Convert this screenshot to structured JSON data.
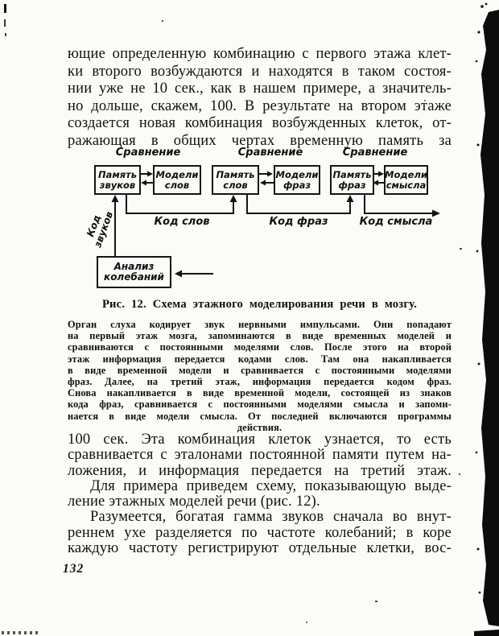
{
  "page_number": "132",
  "body_top": {
    "lines": [
      "ющие определенную комбинацию с первого этажа клет-",
      "ки второго возбуждаются и находятся в таком состоя-",
      "нии уже не 10 сек., как в нашем примере, а значитель-",
      "но дольше, скажем, 100. В результате на втором этаже",
      "создается новая комбинация возбужденных клеток, от-",
      "ражающая в общих чертах временную память за"
    ]
  },
  "figure": {
    "caption": "Рис. 12. Схема этажного моделирования речи в мозгу.",
    "compare_labels": [
      "Сравнение",
      "Сравнение",
      "Сравнение"
    ],
    "boxes": [
      {
        "line1": "Память",
        "line2": "звуков"
      },
      {
        "line1": "Модели",
        "line2": "слов"
      },
      {
        "line1": "Память",
        "line2": "слов"
      },
      {
        "line1": "Модели",
        "line2": "фраз"
      },
      {
        "line1": "Память",
        "line2": "фраз"
      },
      {
        "line1": "Модели",
        "line2": "смысла"
      }
    ],
    "analysis_box": {
      "line1": "Анализ",
      "line2": "колебаний"
    },
    "code_labels": {
      "sounds_line1": "Код",
      "sounds_line2": "звуков",
      "words": "Код слов",
      "phrases": "Код фраз",
      "meaning": "Код смысла"
    }
  },
  "fine_print": {
    "lines": [
      "Орган слуха кодирует звук нервными импульсами. Они попадают",
      "на первый этаж мозга, запоминаются в виде временных моделей и",
      "сравниваются с постоянными моделями слов. После этого на второй",
      "этаж информация передается кодами слов. Там она накапливается",
      "в виде временной модели и сравнивается с постоянными моделями",
      "фраз. Далее, на третий этаж, информация передается кодом фраз.",
      "Снова накапливается в виде временной модели, состоящей из знаков",
      "кода фраз, сравнивается с постоянными моделями смысла и запоми-",
      "нается в виде модели смысла. От последней включаются программы"
    ],
    "last_line": "действия."
  },
  "body_bottom": {
    "lines": [
      "100 сек. Эта комбинация клеток узнается, то есть",
      "сравнивается с эталонами постоянной памяти путем на-",
      "ложения, и информация передается на третий этаж.",
      "Для примера приведем схему, показывающую выде-",
      "ление этажных моделей речи (рис. 12).",
      "Разумеется, богатая гамма звуков сначала во внут-",
      "реннем ухе разделяется по частоте колебаний; в коре",
      "каждую частоту регистрируют отдельные клетки, вос-"
    ]
  }
}
